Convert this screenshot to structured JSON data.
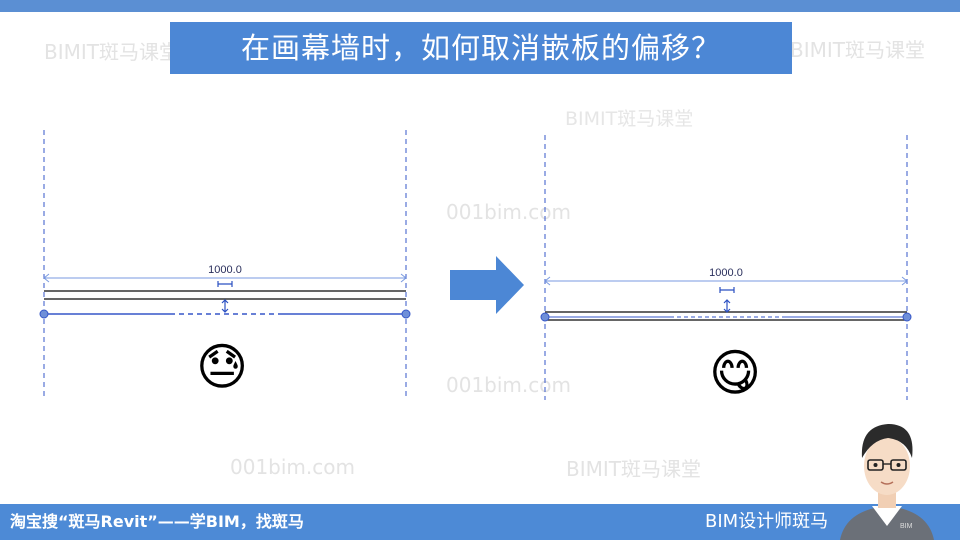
{
  "slide": {
    "title": "在画幕墙时，如何取消嵌板的偏移？",
    "watermarks": [
      "BIMIT斑马课堂",
      "BIMIT斑马课堂",
      "BIMIT斑马课堂",
      "001bim.com",
      "001bim.com",
      "001bim.com",
      "BIMIT斑马课堂"
    ],
    "before": {
      "dimension": "1000.0",
      "emoji": "😓"
    },
    "after": {
      "dimension": "1000.0",
      "emoji": "😋"
    },
    "arrow_icon": "right-arrow-icon",
    "footer": {
      "left_text": "淘宝搜“斑马Revit”——学BIM，找斑马",
      "right_text": "BIM设计师斑马",
      "avatar_badge": "BIM"
    },
    "colors": {
      "accent": "#4c87d5",
      "bar": "#4d8ad6",
      "grid_line": "#3657c8",
      "selection": "#7a9ae0"
    }
  }
}
